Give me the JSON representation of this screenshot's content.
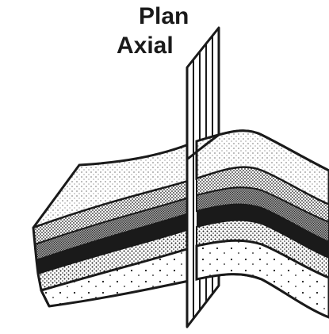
{
  "labels": {
    "line1": "Plan",
    "line2": "Axial"
  },
  "colors": {
    "ink": "#1a1a1a",
    "paper": "#ffffff"
  },
  "layers": [
    "light-stipple-top",
    "coarse-dot-band",
    "dark-stipple-band",
    "black-band",
    "medium-dot-band",
    "sparse-dot-base"
  ]
}
